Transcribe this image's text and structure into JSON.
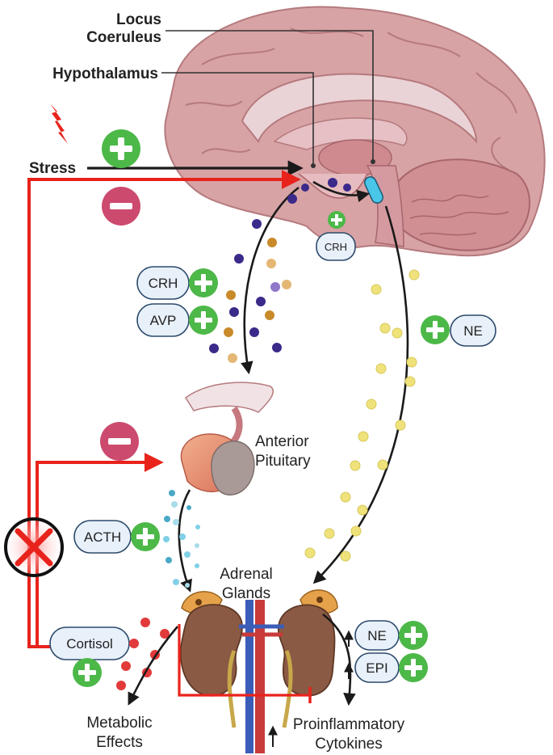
{
  "labels": {
    "locus_line1": "Locus",
    "locus_line2": "Coeruleus",
    "hypothalamus": "Hypothalamus",
    "stress": "Stress",
    "anterior_line1": "Anterior",
    "anterior_line2": "Pituitary",
    "adrenal_line1": "Adrenal",
    "adrenal_line2": "Glands",
    "metabolic_line1": "Metabolic",
    "metabolic_line2": "Effects",
    "proinflammatory_line1": "Proinflammatory",
    "proinflammatory_line2": "Cytokines"
  },
  "pills": {
    "crh_small": "CRH",
    "crh": "CRH",
    "avp": "AVP",
    "ne_right": "NE",
    "acth": "ACTH",
    "cortisol": "Cortisol",
    "ne_bottom": "NE",
    "epi": "EPI"
  },
  "colors": {
    "feedback_red": "#e8231c",
    "plus_green": "#4cb848",
    "minus_pink": "#cc4a6e",
    "pill_fill": "#e8f0fa",
    "crh_purple": "#3b2a8a",
    "avp_orange": "#c98a2a",
    "ne_yellow": "#efe27a",
    "acth_cyan": "#7fd0e6",
    "cortisol_red": "#e23a3a",
    "brain_pink": "#d49a9d",
    "locus_cyan": "#49c6e8"
  }
}
